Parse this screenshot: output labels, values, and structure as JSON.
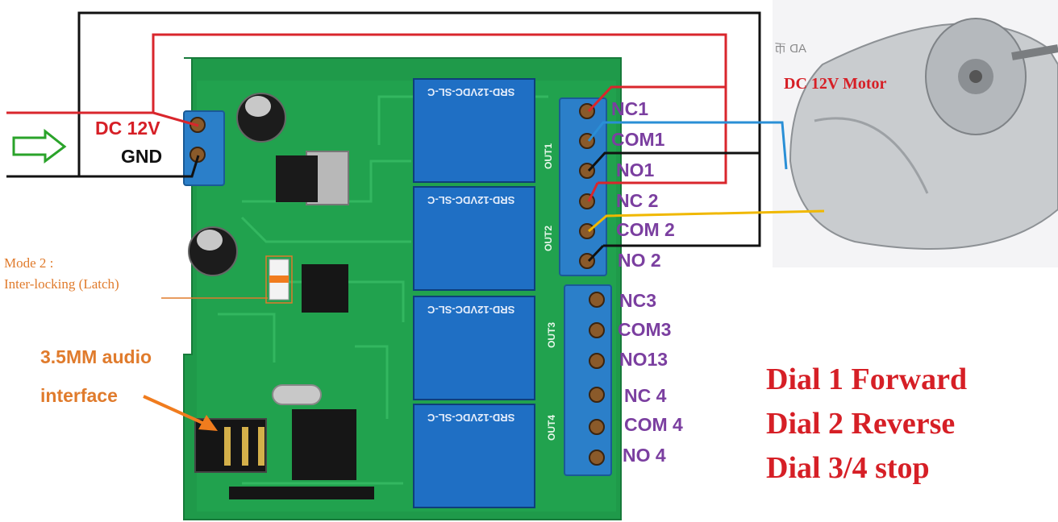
{
  "power": {
    "dc_label": "DC 12V",
    "gnd_label": "GND"
  },
  "motor": {
    "title": "DC 12V Motor",
    "watermark": "AD 币"
  },
  "terminals": {
    "out1": [
      "NC1",
      "COM1",
      "NO1"
    ],
    "out2": [
      "NC 2",
      "COM 2",
      "NO 2"
    ],
    "out3": [
      "NC3",
      "COM3",
      "NO13"
    ],
    "out4": [
      "NC 4",
      "COM 4",
      "NO 4"
    ]
  },
  "board": {
    "out_labels": [
      "OUT1",
      "OUT2",
      "OUT3",
      "OUT4"
    ],
    "relay_text": "SRD-12VDC-SL-C"
  },
  "mode": {
    "line1": "Mode 2 :",
    "line2": "Inter-locking (Latch)"
  },
  "audio": {
    "line1": "3.5MM audio",
    "line2": "interface"
  },
  "dials": {
    "line1": "Dial 1 Forward",
    "line2": "Dial 2 Reverse",
    "line3": "Dial 3/4 stop"
  },
  "colors": {
    "red_wire": "#d9262c",
    "black_wire": "#111111",
    "blue_wire": "#2a8fd6",
    "yellow_wire": "#f0b800",
    "pcb": "#1f9a4a",
    "relay": "#1f6fc4",
    "terminal": "#2b7fc9"
  }
}
